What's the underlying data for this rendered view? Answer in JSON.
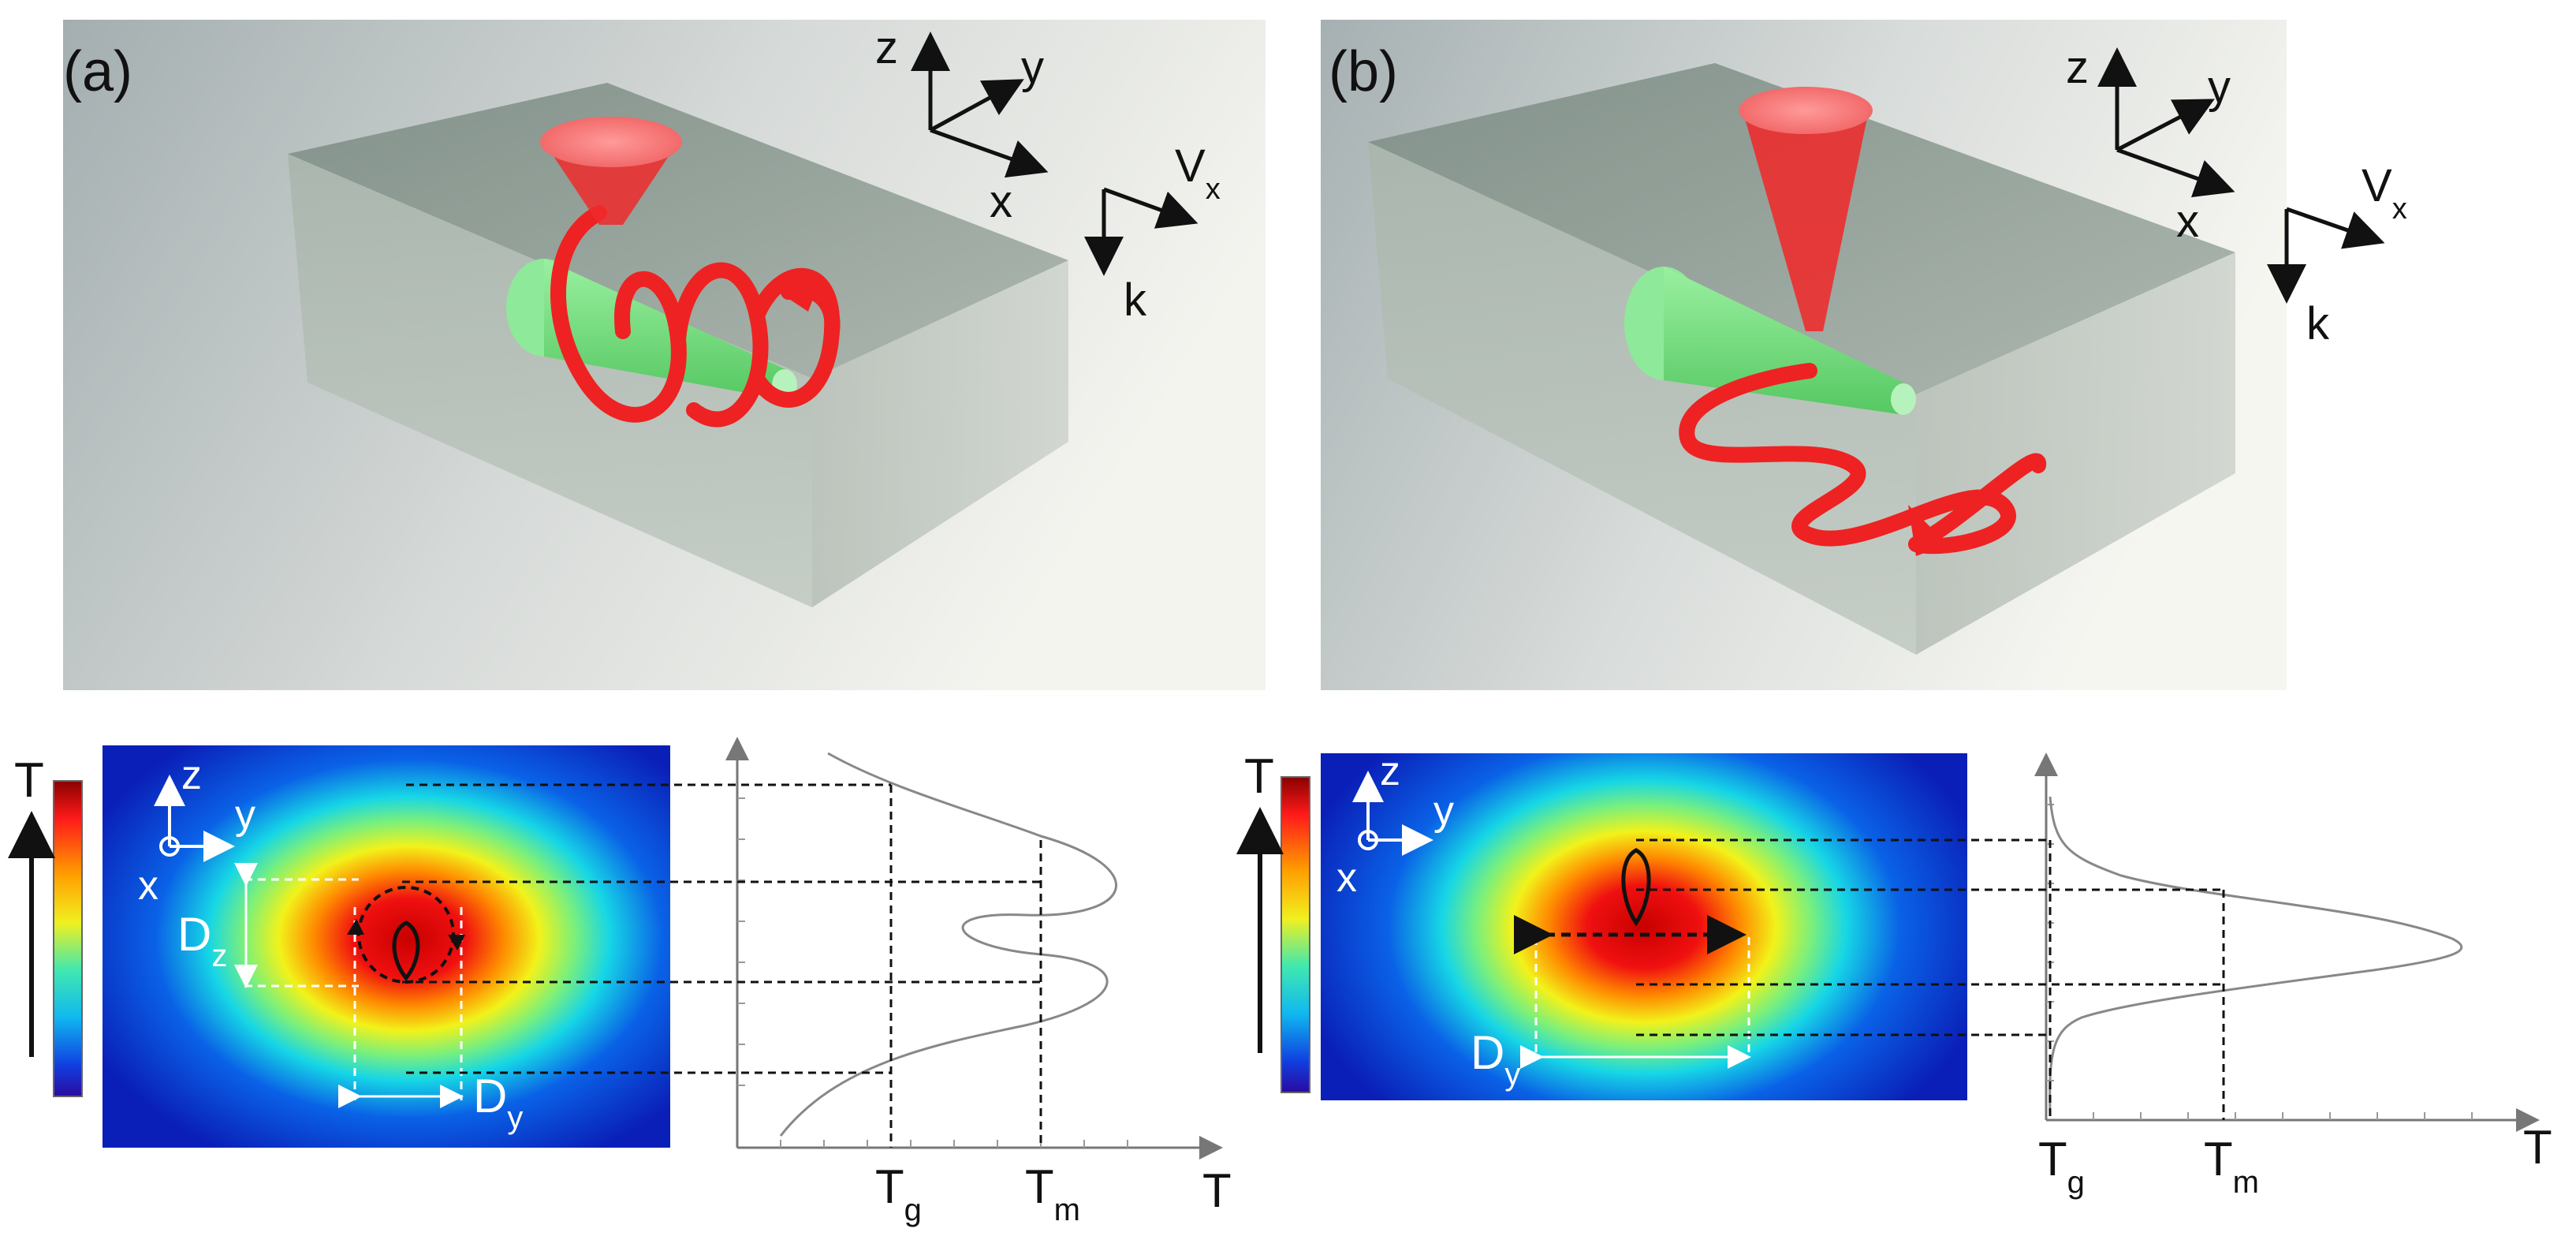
{
  "panels": {
    "a": {
      "label": "(a)",
      "axes": {
        "z": "z",
        "y": "y",
        "x": "x"
      },
      "velocity": {
        "main": "V",
        "sub": "x"
      },
      "wavevector": "k"
    },
    "b": {
      "label": "(b)",
      "axes": {
        "z": "z",
        "y": "y",
        "x": "x"
      },
      "velocity": {
        "main": "V",
        "sub": "x"
      },
      "wavevector": "k"
    }
  },
  "heatmaps": {
    "a": {
      "colorbar_label": "T",
      "axes": {
        "z": "z",
        "y": "y",
        "x": "x"
      },
      "dz": {
        "main": "D",
        "sub": "z"
      },
      "dy": {
        "main": "D",
        "sub": "y"
      }
    },
    "b": {
      "colorbar_label": "T",
      "axes": {
        "z": "z",
        "y": "y",
        "x": "x"
      },
      "dy": {
        "main": "D",
        "sub": "y"
      }
    }
  },
  "profiles": {
    "a": {
      "tg": {
        "main": "T",
        "sub": "g"
      },
      "tm": {
        "main": "T",
        "sub": "m"
      },
      "xlabel": "T"
    },
    "b": {
      "tg": {
        "main": "T",
        "sub": "g"
      },
      "tm": {
        "main": "T",
        "sub": "m"
      },
      "xlabel": "T"
    }
  },
  "colors": {
    "laser": "#ee2222",
    "waveguide": "#7fe08a",
    "glass": "#8c9a92",
    "heat_hot": "#cc0000",
    "heat_cold": "#0a1fb8"
  }
}
